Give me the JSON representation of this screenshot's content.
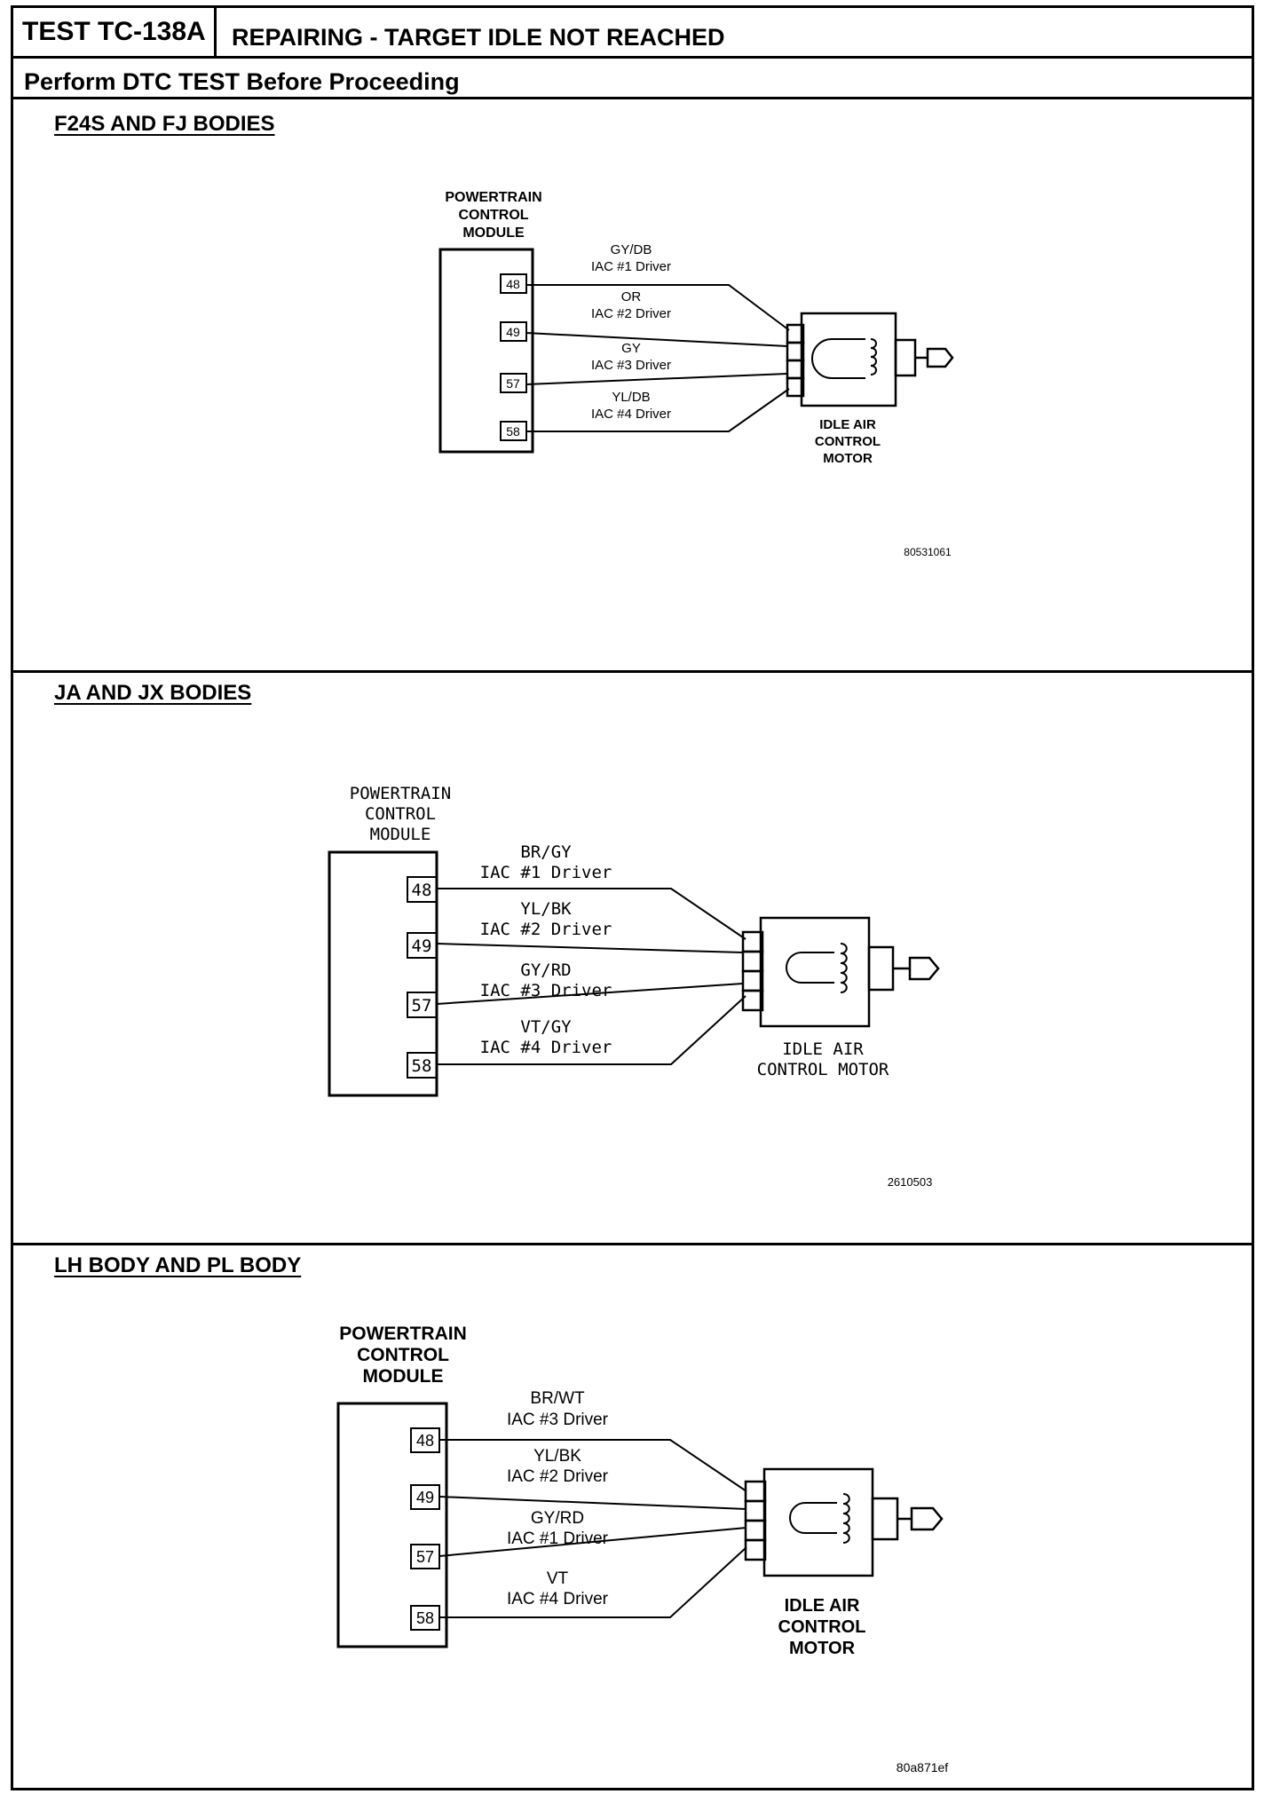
{
  "header": {
    "test_id": "TEST TC-138A",
    "title": "REPAIRING - TARGET IDLE NOT REACHED",
    "subtitle": "Perform DTC TEST Before Proceeding"
  },
  "panels": [
    {
      "title": "F24S AND FJ BODIES",
      "pcm_label": [
        "POWERTRAIN",
        "CONTROL",
        "MODULE"
      ],
      "pins": [
        "48",
        "49",
        "57",
        "58"
      ],
      "wires": [
        {
          "color": "GY/DB",
          "desc": "IAC #1 Driver"
        },
        {
          "color": "OR",
          "desc": "IAC #2 Driver"
        },
        {
          "color": "GY",
          "desc": "IAC #3 Driver"
        },
        {
          "color": "YL/DB",
          "desc": "IAC #4 Driver"
        }
      ],
      "motor_label": [
        "IDLE AIR",
        "CONTROL",
        "MOTOR"
      ],
      "figure_id": "80531061"
    },
    {
      "title": "JA AND JX BODIES",
      "pcm_label": [
        "POWERTRAIN",
        "CONTROL",
        "MODULE"
      ],
      "pins": [
        "48",
        "49",
        "57",
        "58"
      ],
      "wires": [
        {
          "color": "BR/GY",
          "desc": "IAC #1 Driver"
        },
        {
          "color": "YL/BK",
          "desc": "IAC #2 Driver"
        },
        {
          "color": "GY/RD",
          "desc": "IAC #3 Driver"
        },
        {
          "color": "VT/GY",
          "desc": "IAC #4 Driver"
        }
      ],
      "motor_label": [
        "IDLE AIR",
        "CONTROL MOTOR"
      ],
      "figure_id": "2610503"
    },
    {
      "title": "LH BODY AND PL BODY",
      "pcm_label": [
        "POWERTRAIN",
        "CONTROL",
        "MODULE"
      ],
      "pins": [
        "48",
        "49",
        "57",
        "58"
      ],
      "wires": [
        {
          "color": "BR/WT",
          "desc": "IAC #3 Driver"
        },
        {
          "color": "YL/BK",
          "desc": "IAC #2 Driver"
        },
        {
          "color": "GY/RD",
          "desc": "IAC #1 Driver"
        },
        {
          "color": "VT",
          "desc": "IAC #4 Driver"
        }
      ],
      "motor_label": [
        "IDLE AIR",
        "CONTROL",
        "MOTOR"
      ],
      "figure_id": "80a871ef"
    }
  ]
}
